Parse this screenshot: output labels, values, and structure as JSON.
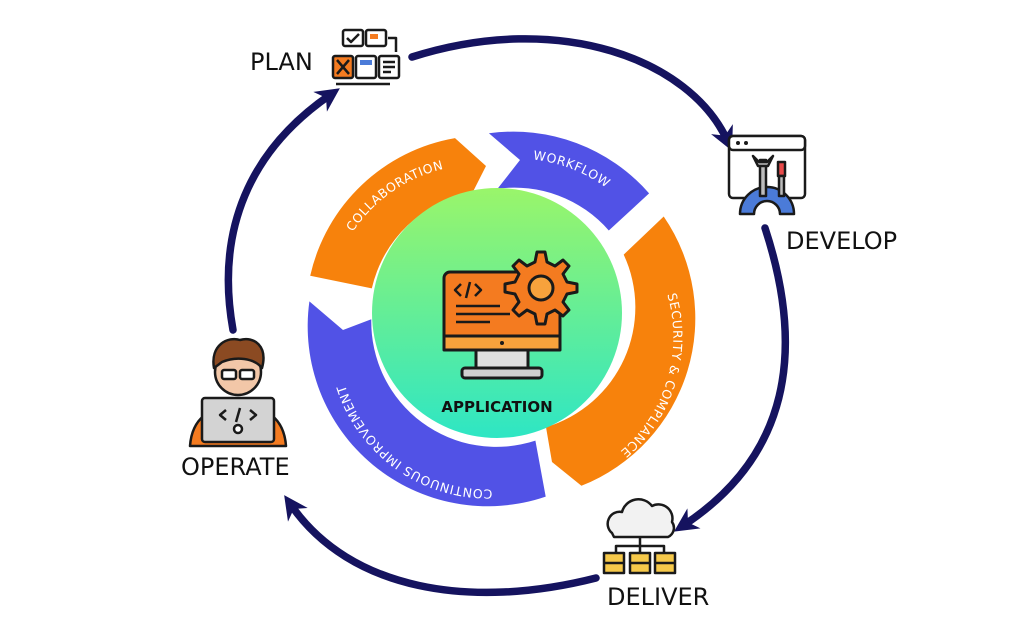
{
  "stages": {
    "plan": "PLAN",
    "develop": "DEVELOP",
    "deliver": "DELIVER",
    "operate": "OPERATE"
  },
  "ring": {
    "workflow": "WORKFLOW",
    "collaboration": "COLLABORATION",
    "security": "SECURITY & COMPLIANCE",
    "improvement": "CONTINUOUS IMPROVEMENT"
  },
  "center": {
    "label": "APPLICATION"
  },
  "colors": {
    "cycle_arrow": "#15135f",
    "ring_purple": "#5152e6",
    "ring_orange": "#f7820c",
    "center_top": "#9af56a",
    "center_bottom": "#2ee6c4",
    "icon_orange": "#f47b20",
    "icon_outline": "#1a1a1a"
  },
  "icons": {
    "plan": "kanban-board-icon",
    "develop": "browser-wrench-gear-icon",
    "deliver": "cloud-network-icon",
    "operate": "developer-laptop-icon",
    "center": "monitor-gear-code-icon"
  }
}
